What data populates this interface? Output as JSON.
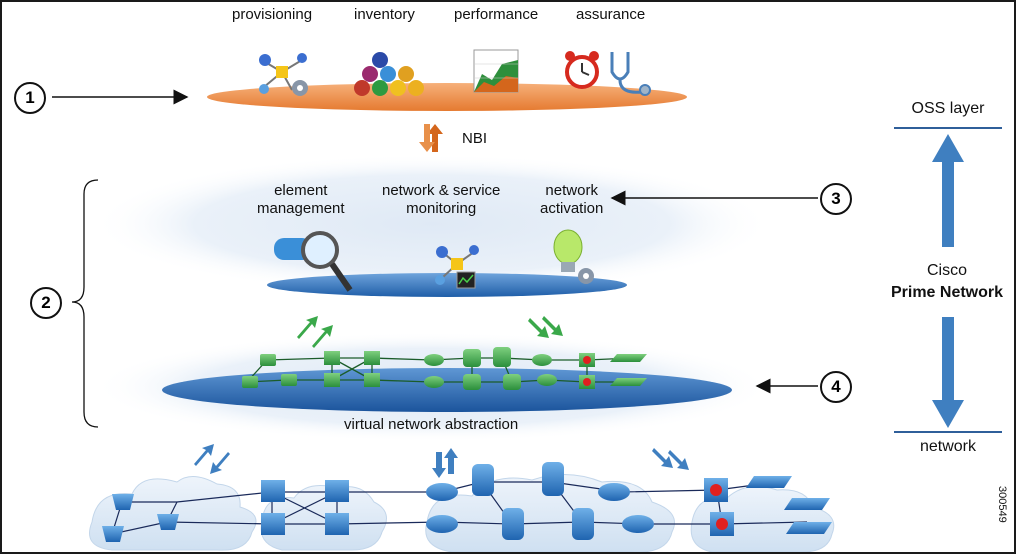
{
  "tool_categories": [
    "provisioning",
    "inventory",
    "performance",
    "assurance"
  ],
  "nbi_label": "NBI",
  "management_functions": [
    [
      "element",
      "management"
    ],
    [
      "network & service",
      "monitoring"
    ],
    [
      "network",
      "activation"
    ]
  ],
  "abstraction_label": "virtual network abstraction",
  "callouts": [
    "1",
    "2",
    "3",
    "4"
  ],
  "right_axis": {
    "top_label": "OSS layer",
    "middle_label": [
      "Cisco",
      "Prime Network"
    ],
    "bottom_label": "network"
  },
  "figure_id": "300549",
  "colors": {
    "oss_bar": "#f0904a",
    "abstraction_plate": "#2f6fb8",
    "arrow_blue": "#3f7fc0",
    "green_device": "#3aa84a",
    "nbi_arrow": "#d4661c"
  }
}
